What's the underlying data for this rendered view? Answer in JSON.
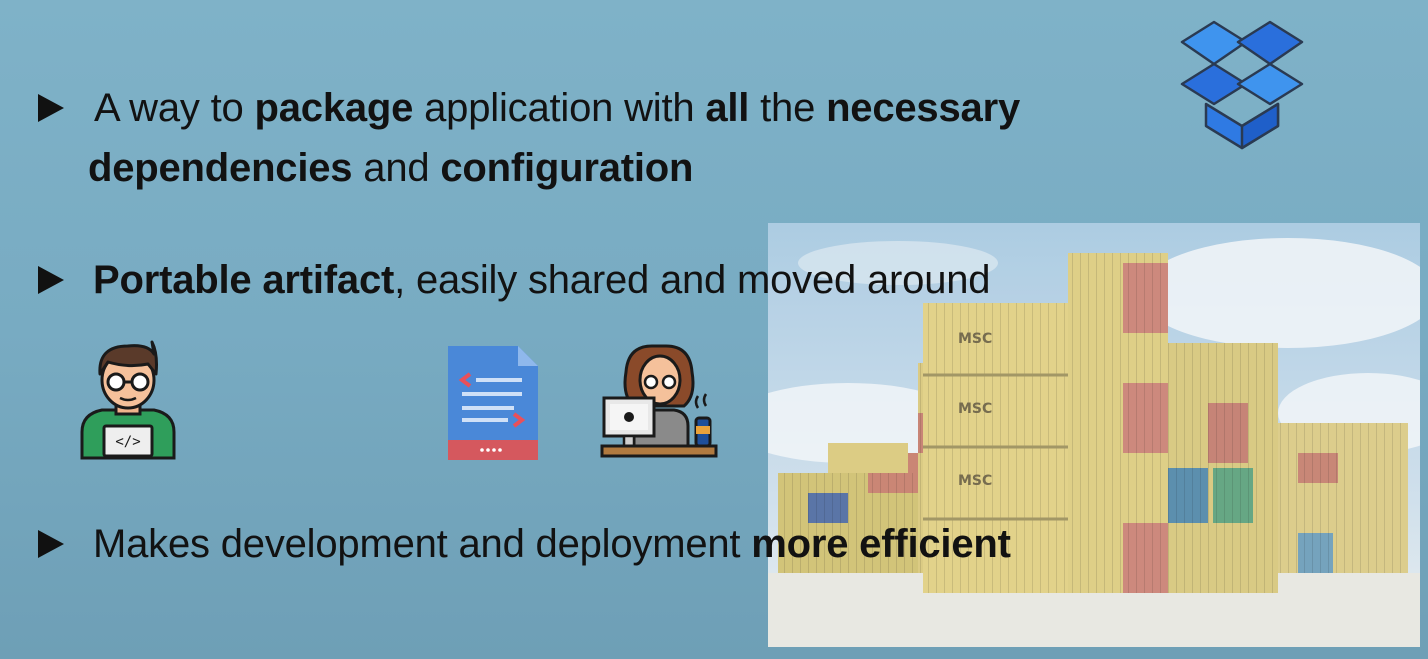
{
  "bullets": [
    {
      "line1": {
        "t1": "A way to ",
        "b1": "package",
        "t2": " application with ",
        "b2": "all",
        "t3": " the ",
        "b3": "necessary"
      },
      "line2": {
        "b1": "dependencies",
        "t1": " and ",
        "b2": "configuration"
      }
    },
    {
      "line1": {
        "b1": "Portable artifact",
        "t1": ", easily shared and moved around"
      }
    },
    {
      "line1": {
        "t1": "Makes development and deployment ",
        "b1": "more efficient"
      }
    }
  ],
  "icons": {
    "logo": "dropbox-box-icon",
    "developer": "developer-icon",
    "file": "code-file-icon",
    "workstation": "developer-at-computer-icon"
  },
  "photo_marks": {
    "container_label": "MSC"
  },
  "colors": {
    "background": "#7ab0c6",
    "text": "#121212",
    "box_blue": "#3d8ee6",
    "box_dark": "#1f5fc9"
  }
}
